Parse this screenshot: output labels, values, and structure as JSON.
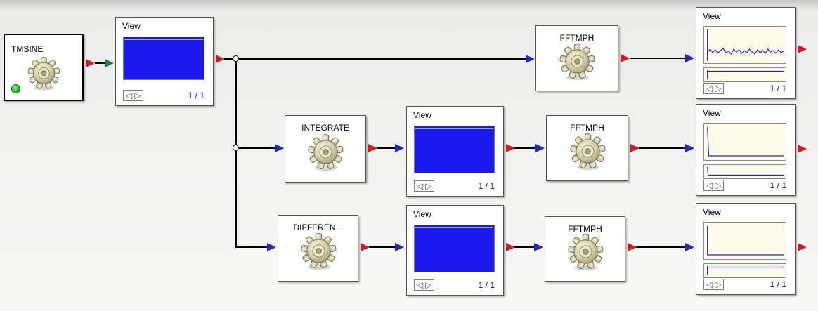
{
  "blocks": {
    "tmsine": {
      "label": "TMSINE"
    },
    "view_source": {
      "label": "View",
      "page": "1 / 1"
    },
    "fft_top": {
      "label": "FFTMPH"
    },
    "view_fft_top": {
      "label": "View",
      "page": "1 / 1"
    },
    "integrate": {
      "label": "INTEGRATE"
    },
    "view_integrate": {
      "label": "View",
      "page": "1 / 1"
    },
    "fft_mid": {
      "label": "FFTMPH"
    },
    "view_fft_mid": {
      "label": "View",
      "page": "1 / 1"
    },
    "differentiate": {
      "label": "DIFFEREN..."
    },
    "view_diff": {
      "label": "View",
      "page": "1 / 1"
    },
    "fft_bottom": {
      "label": "FFTMPH"
    },
    "view_fft_bottom": {
      "label": "View",
      "page": "1 / 1"
    }
  },
  "pager": {
    "prev": "◁",
    "next": "▷"
  },
  "colors": {
    "display_blue": "#1a1aef",
    "plot_background": "#fdfbe7",
    "plot_line": "#1a2ad0",
    "page_indicator_text": "#0008cf",
    "output_port": "#cf1c1c",
    "input_port": "#1c2cb4",
    "connected_port": "#1c7d33",
    "run_led": "#1fae1f"
  }
}
